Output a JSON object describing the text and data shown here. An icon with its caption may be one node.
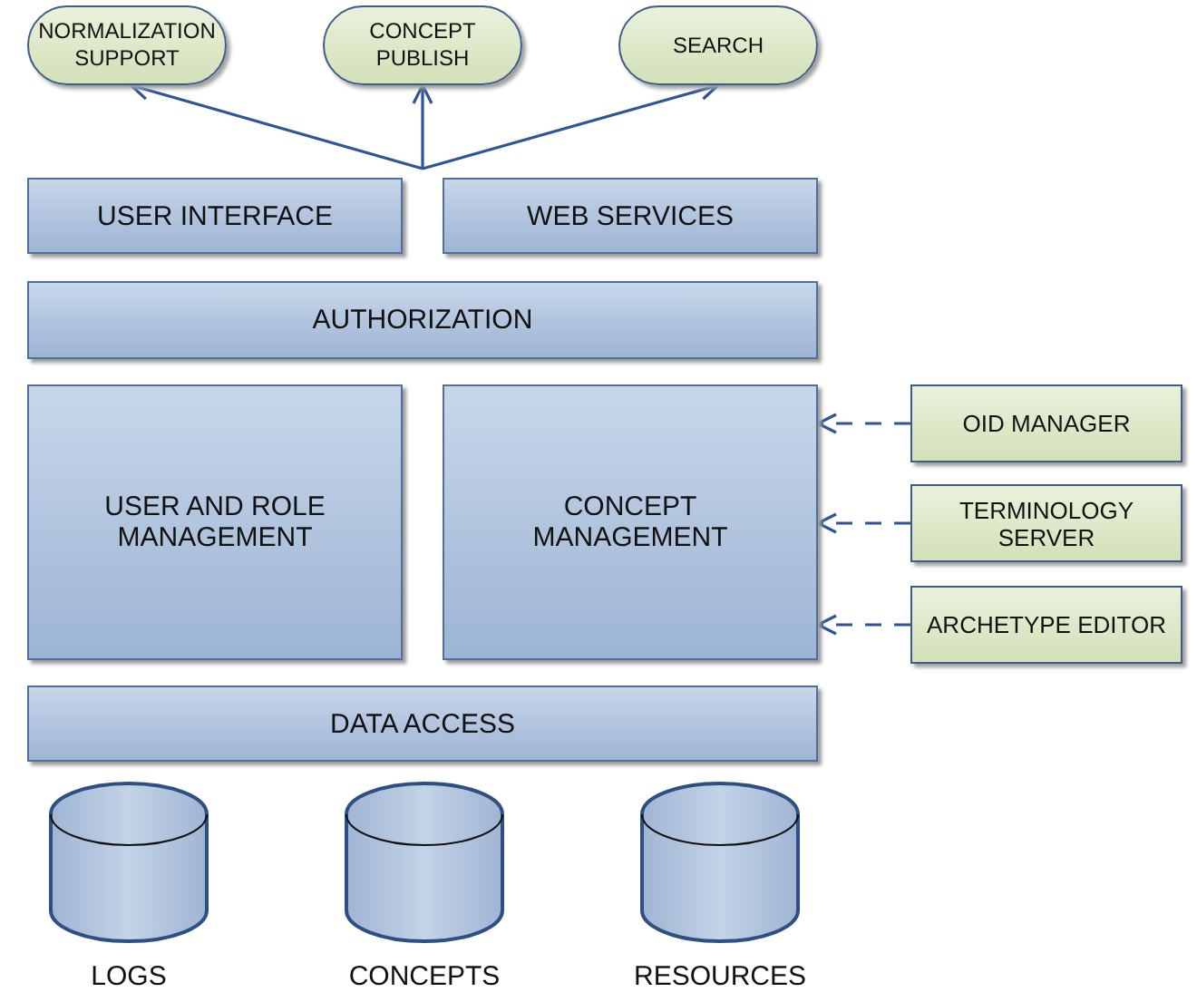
{
  "diagram": {
    "nodes": [
      {
        "text": [
          "NORMALIZATION SUPPORT"
        ]
      },
      {
        "text": [
          "CONCEPT PUBLISH"
        ]
      },
      {
        "text": [
          "SEARCH"
        ]
      },
      {
        "text": [
          "USER INTERFACE"
        ]
      },
      {
        "text": [
          "WEB SERVICES"
        ]
      },
      {
        "text": [
          "AUTHORIZATION"
        ]
      },
      {
        "text": [
          "USER AND ROLE MANAGEMENT"
        ]
      },
      {
        "text": [
          "CONCEPT MANAGEMENT"
        ]
      },
      {
        "text": [
          "OID MANAGER"
        ]
      },
      {
        "text": [
          "TERMINOLOGY SERVER"
        ]
      },
      {
        "text": [
          "ARCHETYPE EDITOR"
        ]
      },
      {
        "text": [
          "DATA ACCESS"
        ]
      },
      {
        "text": [
          "LOGS"
        ]
      },
      {
        "text": [
          "CONCEPTS"
        ]
      },
      {
        "text": [
          "RESOURCES"
        ]
      }
    ],
    "edges": [
      {
        "from": null,
        "to": 0,
        "arrow": "to"
      },
      {
        "from": null,
        "to": 1,
        "arrow": "to"
      },
      {
        "from": null,
        "to": 2,
        "arrow": "to"
      },
      {
        "from": 8,
        "to": 7,
        "arrow": "to",
        "style": "dashed"
      },
      {
        "from": 9,
        "to": 7,
        "arrow": "to",
        "style": "dashed"
      },
      {
        "from": 10,
        "to": 7,
        "arrow": "to",
        "style": "dashed"
      }
    ]
  }
}
